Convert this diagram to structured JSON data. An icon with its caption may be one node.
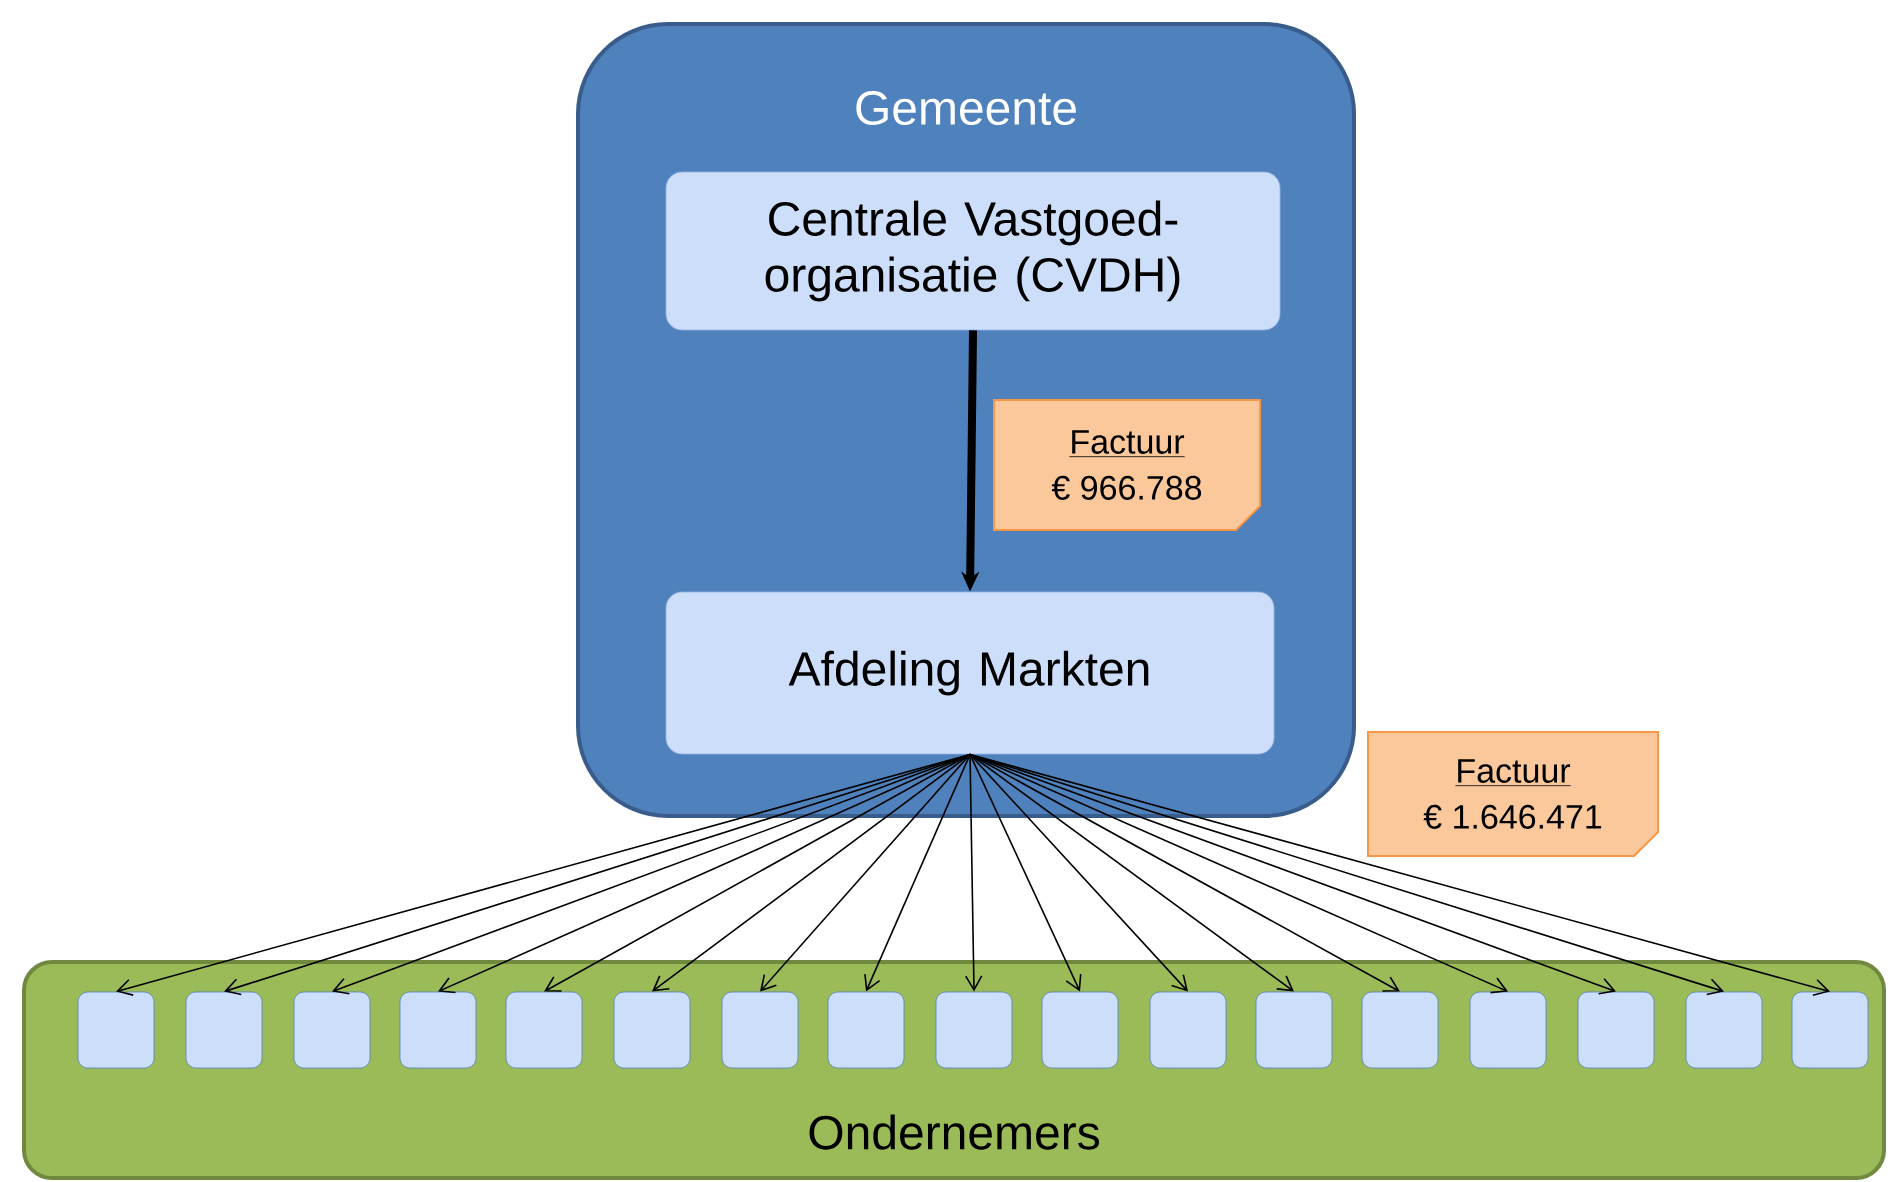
{
  "diagram": {
    "nodes": [
      {
        "text": [
          "Gemeente"
        ]
      },
      {
        "text": [
          "Centrale Vastgoed-organisatie (CVDH)"
        ],
        "in": 0
      },
      {
        "text": [
          "Afdeling Markten"
        ],
        "in": 0
      },
      {
        "text": [
          "Factuur",
          "€ 966.788"
        ],
        "in": 0
      },
      {
        "text": [
          "Factuur",
          "€ 1.646.471"
        ]
      },
      {
        "text": [
          "Ondernemers"
        ]
      },
      {
        "text": [],
        "shape": "box",
        "in": 5
      },
      {
        "text": [],
        "shape": "box",
        "in": 5
      },
      {
        "text": [],
        "shape": "box",
        "in": 5
      },
      {
        "text": [],
        "shape": "box",
        "in": 5
      },
      {
        "text": [],
        "shape": "box",
        "in": 5
      },
      {
        "text": [],
        "shape": "box",
        "in": 5
      },
      {
        "text": [],
        "shape": "box",
        "in": 5
      },
      {
        "text": [],
        "shape": "box",
        "in": 5
      },
      {
        "text": [],
        "shape": "box",
        "in": 5
      },
      {
        "text": [],
        "shape": "box",
        "in": 5
      },
      {
        "text": [],
        "shape": "box",
        "in": 5
      },
      {
        "text": [],
        "shape": "box",
        "in": 5
      },
      {
        "text": [],
        "shape": "box",
        "in": 5
      },
      {
        "text": [],
        "shape": "box",
        "in": 5
      },
      {
        "text": [],
        "shape": "box",
        "in": 5
      },
      {
        "text": [],
        "shape": "box",
        "in": 5
      },
      {
        "text": [],
        "shape": "box",
        "in": 5
      }
    ],
    "edges": [
      {
        "from": 1,
        "to": 2,
        "arrow": "to",
        "style": "thick"
      },
      {
        "from": 2,
        "to": 6,
        "arrow": "to"
      },
      {
        "from": 2,
        "to": 7,
        "arrow": "to"
      },
      {
        "from": 2,
        "to": 8,
        "arrow": "to"
      },
      {
        "from": 2,
        "to": 9,
        "arrow": "to"
      },
      {
        "from": 2,
        "to": 10,
        "arrow": "to"
      },
      {
        "from": 2,
        "to": 11,
        "arrow": "to"
      },
      {
        "from": 2,
        "to": 12,
        "arrow": "to"
      },
      {
        "from": 2,
        "to": 13,
        "arrow": "to"
      },
      {
        "from": 2,
        "to": 14,
        "arrow": "to"
      },
      {
        "from": 2,
        "to": 15,
        "arrow": "to"
      },
      {
        "from": 2,
        "to": 16,
        "arrow": "to"
      },
      {
        "from": 2,
        "to": 17,
        "arrow": "to"
      },
      {
        "from": 2,
        "to": 18,
        "arrow": "to"
      },
      {
        "from": 2,
        "to": 19,
        "arrow": "to"
      },
      {
        "from": 2,
        "to": 20,
        "arrow": "to"
      },
      {
        "from": 2,
        "to": 21,
        "arrow": "to"
      },
      {
        "from": 2,
        "to": 22,
        "arrow": "to"
      }
    ]
  }
}
